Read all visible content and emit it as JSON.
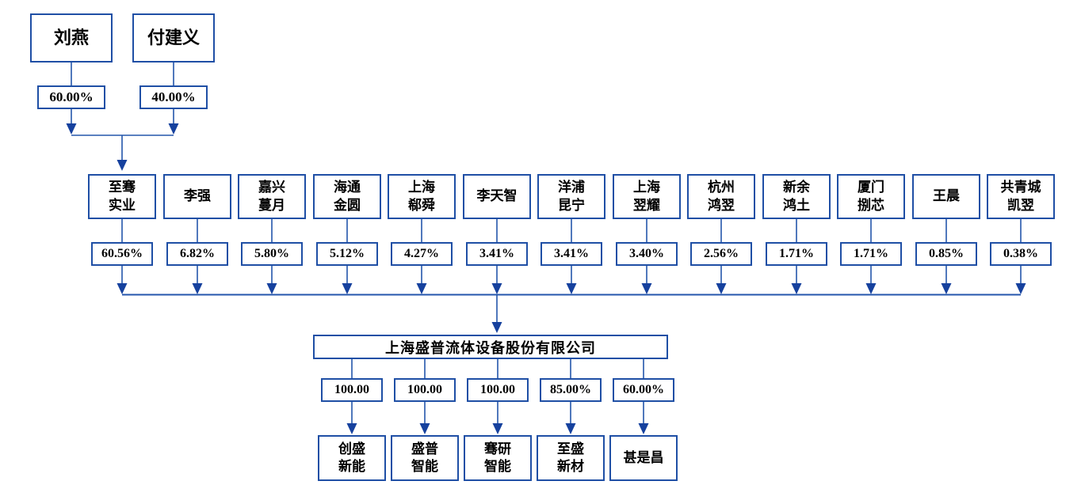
{
  "colors": {
    "box_border": "#1F4FA5",
    "line": "#2456AC",
    "arrow": "#16419E",
    "text": "#000000"
  },
  "top_owners": [
    {
      "name": "刘燕",
      "pct": "60.00%"
    },
    {
      "name": "付建义",
      "pct": "40.00%"
    }
  ],
  "shareholders": [
    {
      "name": "至骞\n实业",
      "pct": "60.56%"
    },
    {
      "name": "李强",
      "pct": "6.82%"
    },
    {
      "name": "嘉兴\n蔓月",
      "pct": "5.80%"
    },
    {
      "name": "海通\n金圆",
      "pct": "5.12%"
    },
    {
      "name": "上海\n郗舜",
      "pct": "4.27%"
    },
    {
      "name": "李天智",
      "pct": "3.41%"
    },
    {
      "name": "洋浦\n昆宁",
      "pct": "3.41%"
    },
    {
      "name": "上海\n翌耀",
      "pct": "3.40%"
    },
    {
      "name": "杭州\n鸿翌",
      "pct": "2.56%"
    },
    {
      "name": "新余\n鸿土",
      "pct": "1.71%"
    },
    {
      "name": "厦门\n捌芯",
      "pct": "1.71%"
    },
    {
      "name": "王晨",
      "pct": "0.85%"
    },
    {
      "name": "共青城\n凯翌",
      "pct": "0.38%"
    }
  ],
  "company": {
    "name": "上海盛普流体设备股份有限公司"
  },
  "subsidiaries": [
    {
      "name": "创盛\n新能",
      "pct": "100.00"
    },
    {
      "name": "盛普\n智能",
      "pct": "100.00"
    },
    {
      "name": "骞研\n智能",
      "pct": "100.00"
    },
    {
      "name": "至盛\n新材",
      "pct": "85.00%"
    },
    {
      "name": "甚是昌",
      "pct": "60.00%"
    }
  ]
}
